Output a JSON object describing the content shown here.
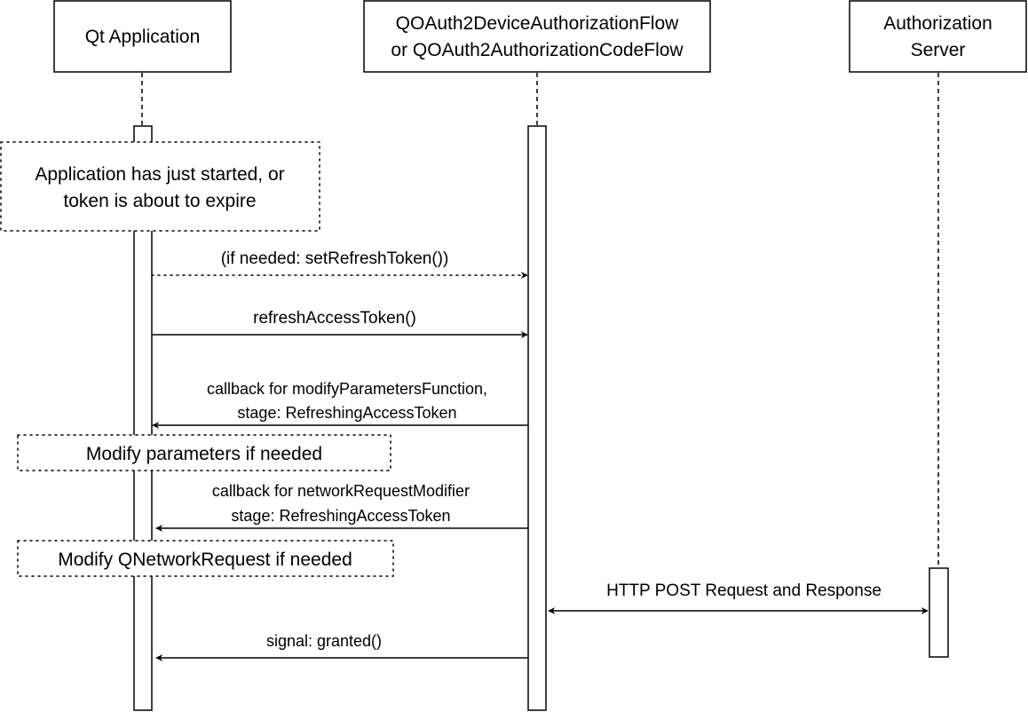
{
  "actors": {
    "app": {
      "label": "Qt Application"
    },
    "flow": {
      "line1": "QOAuth2DeviceAuthorizationFlow",
      "line2": "or QOAuth2AuthorizationCodeFlow"
    },
    "server": {
      "line1": "Authorization",
      "line2": "Server"
    }
  },
  "notes": {
    "started": {
      "line1": "Application has just started, or",
      "line2": "token is about to expire"
    },
    "modify_params": {
      "text": "Modify parameters if needed"
    },
    "modify_request": {
      "text": "Modify QNetworkRequest if needed"
    }
  },
  "messages": {
    "set_refresh": {
      "text": "(if needed: setRefreshToken())"
    },
    "refresh": {
      "text": "refreshAccessToken()"
    },
    "cb_params": {
      "line1": "callback for modifyParametersFunction,",
      "line2": "stage: RefreshingAccessToken"
    },
    "cb_request": {
      "line1": "callback for networkRequestModifier",
      "line2": "stage: RefreshingAccessToken"
    },
    "http": {
      "text": "HTTP POST Request and Response"
    },
    "granted": {
      "text": "signal: granted()"
    }
  }
}
